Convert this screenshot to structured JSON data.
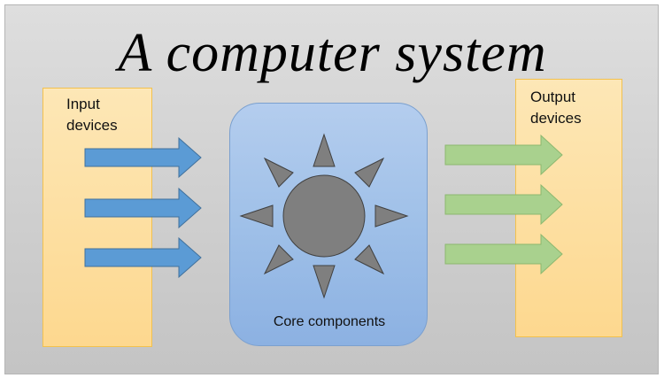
{
  "title": "A computer system",
  "input_devices": {
    "label": "Input\ndevices",
    "arrow_count": 3,
    "arrow_color": "#5b9bd5"
  },
  "output_devices": {
    "label": "Output\ndevices",
    "arrow_count": 3,
    "arrow_color": "#a9d18e"
  },
  "core": {
    "label": "Core components",
    "icon": "sun-icon",
    "color": "#9fc0e8"
  },
  "colors": {
    "box_fill": "#fdd88f",
    "box_border": "#f2c14e",
    "background": "#cfcfcf",
    "sun_fill": "#7f7f7f"
  }
}
